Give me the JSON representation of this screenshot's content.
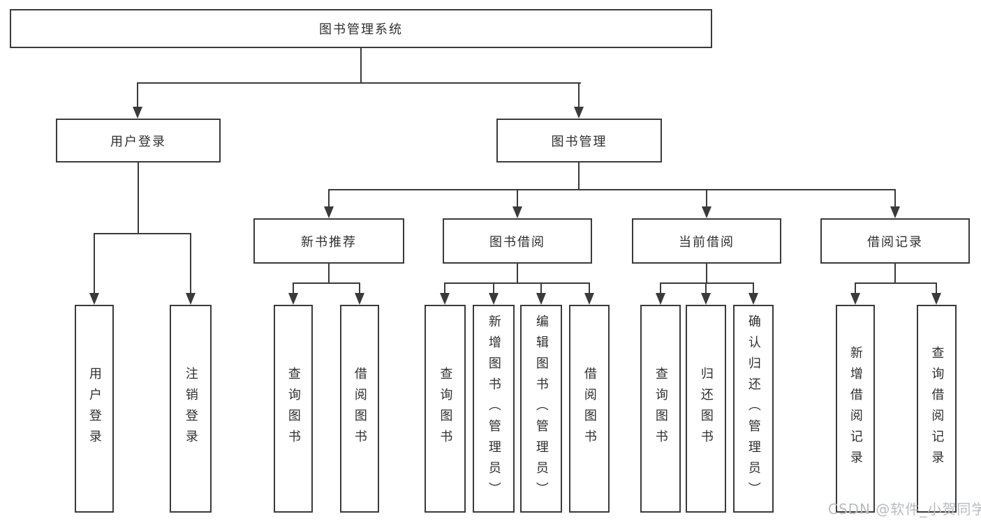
{
  "diagram_title": "图书管理系统",
  "colors": {
    "line": "#3a3a3a",
    "box_border": "#3a3a3a",
    "text": "#2f2f2f",
    "watermark": "#b8bbbe",
    "background": "#ffffff"
  },
  "tree": {
    "label": "图书管理系统",
    "children": [
      {
        "label": "用户登录",
        "children": [
          {
            "label": "用户登录"
          },
          {
            "label": "注销登录"
          }
        ]
      },
      {
        "label": "图书管理",
        "children": [
          {
            "label": "新书推荐",
            "children": [
              {
                "label": "查询图书"
              },
              {
                "label": "借阅图书"
              }
            ]
          },
          {
            "label": "图书借阅",
            "children": [
              {
                "label": "查询图书"
              },
              {
                "label": "新增图书（管理员）"
              },
              {
                "label": "编辑图书（管理员）"
              },
              {
                "label": "借阅图书"
              }
            ]
          },
          {
            "label": "当前借阅",
            "children": [
              {
                "label": "查询图书"
              },
              {
                "label": "归还图书"
              },
              {
                "label": "确认归还（管理员）"
              }
            ]
          },
          {
            "label": "借阅记录",
            "children": [
              {
                "label": "新增借阅记录"
              },
              {
                "label": "查询借阅记录"
              }
            ]
          }
        ]
      }
    ]
  },
  "watermark": {
    "text": "CSDN @软件_小贺同学"
  }
}
